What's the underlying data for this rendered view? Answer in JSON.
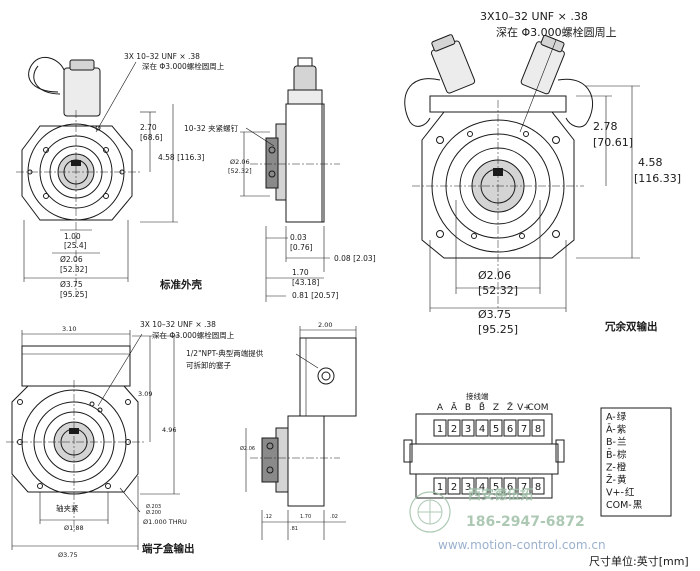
{
  "views": {
    "standard": {
      "title": "标准外壳",
      "thread_note_1": "3X  10–32 UNF × .38",
      "thread_note_2": "深在 Φ3.000螺栓圆周上",
      "clamp_screw": "10-32 夹紧螺钉",
      "h_270": "2.70",
      "h_270_mm": "[68.6]",
      "h_458": "4.58 [116.3]",
      "w_100": "1.00",
      "w_100_mm": "[25.4]",
      "d_206": "Ø2.06",
      "d_206_mm": "[52.32]",
      "d_375": "Ø3.75",
      "d_375_mm": "[95.25]",
      "side_d_206": "Ø2.06",
      "side_d_206_mm": "[52.32]",
      "s_003": "0.03",
      "s_003_mm": "[0.76]",
      "s_008": "0.08 [2.03]",
      "s_170": "1.70",
      "s_170_mm": "[43.18]",
      "s_081": "0.81 [20.57]"
    },
    "redundant": {
      "title": "冗余双输出",
      "thread_note_1": "3X10–32 UNF × .38",
      "thread_note_2": "深在 Φ3.000螺栓圆周上",
      "h_278": "2.78",
      "h_278_mm": "[70.61]",
      "h_458": "4.58",
      "h_458_mm": "[116.33]",
      "d_206": "Ø2.06",
      "d_206_mm": "[52.32]",
      "d_375": "Ø3.75",
      "d_375_mm": "[95.25]"
    },
    "terminal": {
      "title": "端子盒输出",
      "thread_note_1": "3X    10–32 UNF × .38",
      "thread_note_2": "深在 Φ3.000螺栓圆周上",
      "w_310": "3.10",
      "h_309": "3.09",
      "h_496": "4.96",
      "clamp": "轴夹紧",
      "d_188": "Ø1.88",
      "d_375": "Ø3.75",
      "thru_1": "Ø.203",
      "thru_2": "Ø.200",
      "thru_3": "Ø1.000 THRU",
      "w_200": "2.00",
      "npt_1": "1/2\"NPT-典型两端提供",
      "npt_2": "可拆卸的塞子",
      "s_d": "Ø2.06",
      "s_12": ".12",
      "s_81": ".81",
      "s_170": "1.70",
      "s_02": ".02"
    }
  },
  "terminal_block": {
    "title": "接线端",
    "pin_labels": [
      "A",
      "Ā",
      "B",
      "B̄",
      "Z",
      "Z̄",
      "V+",
      "COM"
    ],
    "pin_numbers": [
      "1",
      "2",
      "3",
      "4",
      "5",
      "6",
      "7",
      "8"
    ]
  },
  "legend": [
    {
      "signal": "A-",
      "color": "绿"
    },
    {
      "signal": "Ā-",
      "color": "紫"
    },
    {
      "signal": "B-",
      "color": "兰"
    },
    {
      "signal": "B̄-",
      "color": "棕"
    },
    {
      "signal": "Z-",
      "color": "橙"
    },
    {
      "signal": "Z̄-",
      "color": "黄"
    },
    {
      "signal": "V+-",
      "color": "红"
    },
    {
      "signal": "COM-",
      "color": "黑"
    }
  ],
  "watermark": {
    "brand": "西安德伍拓",
    "phone": "186-2947-6872",
    "url": "www.motion-control.com.cn"
  },
  "unit_note": "尺寸单位:英寸[mm]"
}
